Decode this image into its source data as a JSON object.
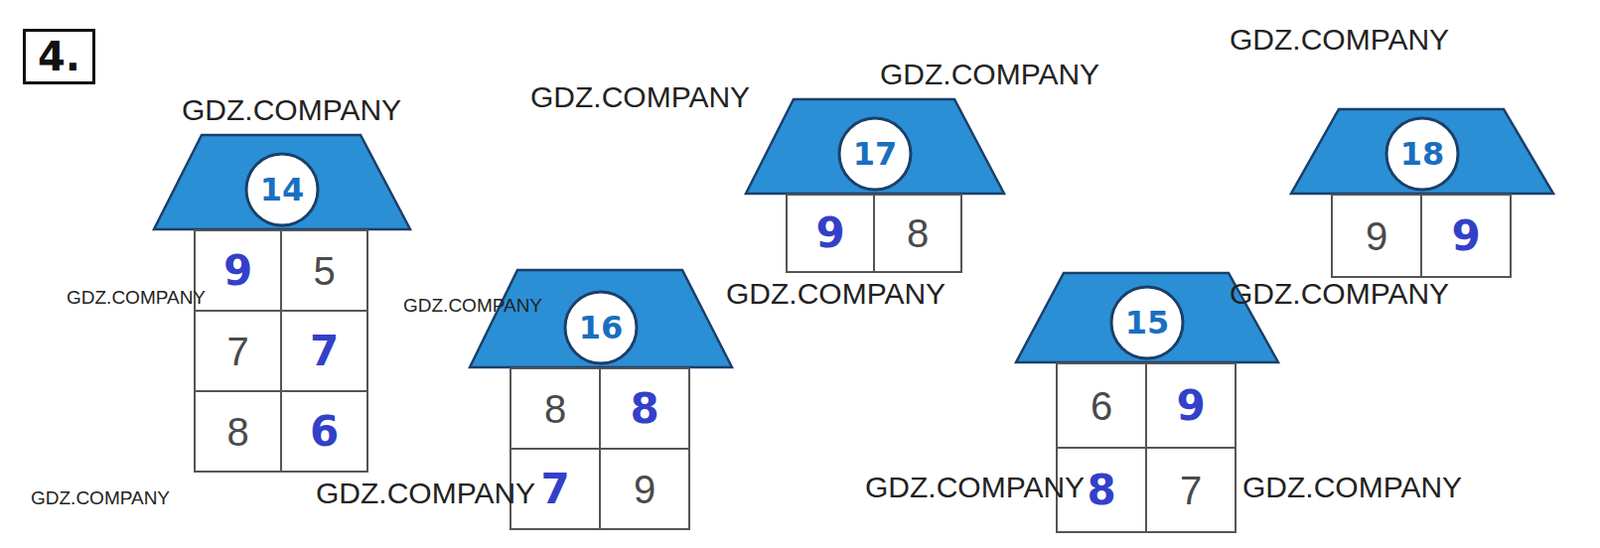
{
  "diagram": {
    "nodes": [
      {
        "text": [
          "4."
        ]
      },
      {
        "text": [
          "14"
        ]
      },
      {
        "text": [
          "9"
        ]
      },
      {
        "text": [
          "5"
        ]
      },
      {
        "text": [
          "7"
        ]
      },
      {
        "text": [
          "7"
        ]
      },
      {
        "text": [
          "8"
        ]
      },
      {
        "text": [
          "6"
        ]
      },
      {
        "text": [
          "16"
        ]
      },
      {
        "text": [
          "8"
        ]
      },
      {
        "text": [
          "8"
        ]
      },
      {
        "text": [
          "7"
        ]
      },
      {
        "text": [
          "9"
        ]
      },
      {
        "text": [
          "17"
        ]
      },
      {
        "text": [
          "9"
        ]
      },
      {
        "text": [
          "8"
        ]
      },
      {
        "text": [
          "15"
        ]
      },
      {
        "text": [
          "6"
        ]
      },
      {
        "text": [
          "9"
        ]
      },
      {
        "text": [
          "8"
        ]
      },
      {
        "text": [
          "7"
        ]
      },
      {
        "text": [
          "18"
        ]
      },
      {
        "text": [
          "9"
        ]
      },
      {
        "text": [
          "9"
        ]
      }
    ],
    "labels": [
      "GDZ.COMPANY",
      "GDZ.COMPANY",
      "GDZ.COMPANY",
      "GDZ.COMPANY",
      "GDZ.COMPANY",
      "GDZ.COMPANY",
      "GDZ.COMPANY",
      "GDZ.COMPANY",
      "GDZ.COMPANY",
      "GDZ.COMPANY",
      "GDZ.COMPANY",
      "GDZ.COMPANY"
    ]
  }
}
